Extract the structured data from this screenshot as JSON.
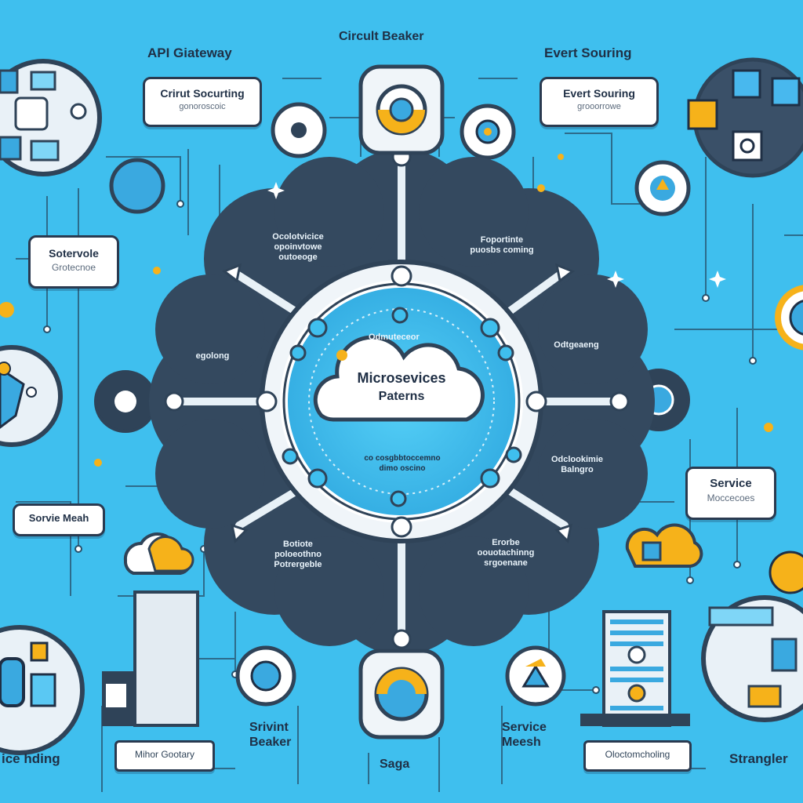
{
  "labels": {
    "api_gateway": "API Giateway",
    "circuit_breaker": "Circult Beaker",
    "event_sourcing": "Evert Souring",
    "saga": "Saga",
    "service_meesh": "Service Meesh",
    "strangler": "Strangler",
    "srvint_beaker": "Srivint Beaker",
    "ice_hding": "ice hding"
  },
  "boxes": {
    "crit_sourcing": {
      "title": "Crirut Socurting",
      "sub": "gonoroscoic"
    },
    "event_sourcing_box": {
      "title": "Evert Souring",
      "sub": "grooorrowe"
    },
    "sotervole": {
      "title": "Sotervole",
      "sub": "Grotecnoe"
    },
    "servie_meah": {
      "title": "Sorvie Meah",
      "sub": ""
    },
    "service_right": {
      "title": "Service",
      "sub": "Moccecoes"
    },
    "mihor_gootary": {
      "title": "Mihor Gootary",
      "sub": ""
    },
    "oloctomcholing": {
      "title": "Oloctomcholing",
      "sub": ""
    }
  },
  "center": {
    "title_line1": "Microsevices",
    "title_line2": "Paterns",
    "top_caption": "Odmuteceor",
    "bottom_caption": "co cosgbbtoccemno\ndimo oscino"
  },
  "petals": {
    "top_left": "Ocolotvicice\nopoinvtowe\noutoeoge",
    "top_right": "Foportinte\npuosbs coming",
    "left": "egolong",
    "right": "Odtgeaeng",
    "bottom_left_right": "Odclookimie\nBalngro",
    "bottom_left": "Botiote\npoloeothno\nPotrergeble",
    "bottom_right": "Erorbe\noouotachinng\nsrgoenane"
  },
  "colors": {
    "background": "#3fbfee",
    "dark_navy": "#2f4358",
    "accent_yellow": "#f6b21a",
    "light_blue": "#7fd6f7",
    "white": "#ffffff"
  }
}
